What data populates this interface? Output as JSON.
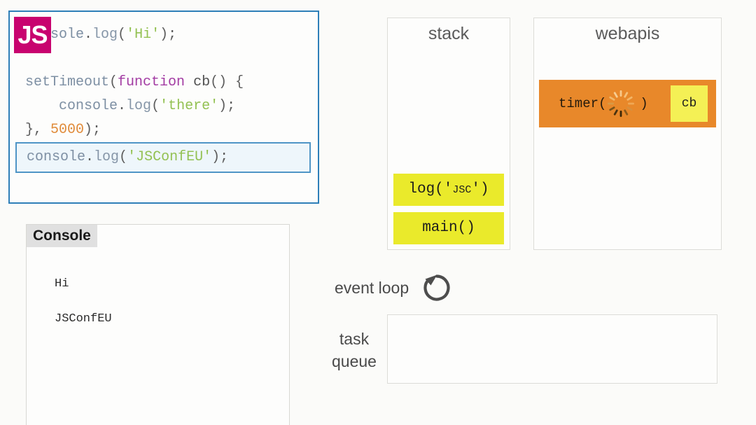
{
  "editor": {
    "logo": "JS",
    "lines": [
      {
        "type": "code",
        "tokens": [
          {
            "t": "ident",
            "s": "console"
          },
          {
            "t": "punc",
            "s": "."
          },
          {
            "t": "prop",
            "s": "log"
          },
          {
            "t": "punc",
            "s": "("
          },
          {
            "t": "str",
            "s": "'Hi'"
          },
          {
            "t": "punc",
            "s": ");"
          }
        ]
      },
      {
        "type": "blank",
        "tokens": []
      },
      {
        "type": "code",
        "tokens": [
          {
            "t": "ident",
            "s": "setTimeout"
          },
          {
            "t": "punc",
            "s": "("
          },
          {
            "t": "kw",
            "s": "function"
          },
          {
            "t": "plain",
            "s": " cb"
          },
          {
            "t": "punc",
            "s": "() {"
          }
        ]
      },
      {
        "type": "code",
        "indent": 4,
        "tokens": [
          {
            "t": "ident",
            "s": "    console"
          },
          {
            "t": "punc",
            "s": "."
          },
          {
            "t": "prop",
            "s": "log"
          },
          {
            "t": "punc",
            "s": "("
          },
          {
            "t": "str",
            "s": "'there'"
          },
          {
            "t": "punc",
            "s": ");"
          }
        ]
      },
      {
        "type": "code",
        "tokens": [
          {
            "t": "punc",
            "s": "}, "
          },
          {
            "t": "num",
            "s": "5000"
          },
          {
            "t": "punc",
            "s": ");"
          }
        ]
      },
      {
        "type": "highlighted",
        "tokens": [
          {
            "t": "ident",
            "s": "console"
          },
          {
            "t": "punc",
            "s": "."
          },
          {
            "t": "prop",
            "s": "log"
          },
          {
            "t": "punc",
            "s": "("
          },
          {
            "t": "str",
            "s": "'JSConfEU'"
          },
          {
            "t": "punc",
            "s": ");"
          }
        ]
      }
    ]
  },
  "console": {
    "title": "Console",
    "lines": [
      "Hi",
      "JSConfEU"
    ]
  },
  "stack": {
    "title": "stack",
    "frames": [
      "log('JSC')",
      "main()"
    ]
  },
  "webapis": {
    "title": "webapis",
    "timer_label_prefix": "timer(",
    "timer_label_suffix": ")",
    "spinner_name": "loading-spinner",
    "callback_label": "cb"
  },
  "event_loop": {
    "label": "event loop",
    "icon": "circular-arrow"
  },
  "task_queue": {
    "label_line1": "task",
    "label_line2": "queue",
    "items": []
  },
  "colors": {
    "js_logo_bg": "#c8036f",
    "editor_border": "#2e7fb8",
    "highlight_bg": "#eef6fb",
    "highlight_border": "#4f95c6",
    "stack_frame": "#eaea2b",
    "webapi_timer_bg": "#e8882a",
    "callback_bg": "#f4f055",
    "panel_border": "#dcdcd8",
    "page_bg": "#fbfbf9"
  }
}
